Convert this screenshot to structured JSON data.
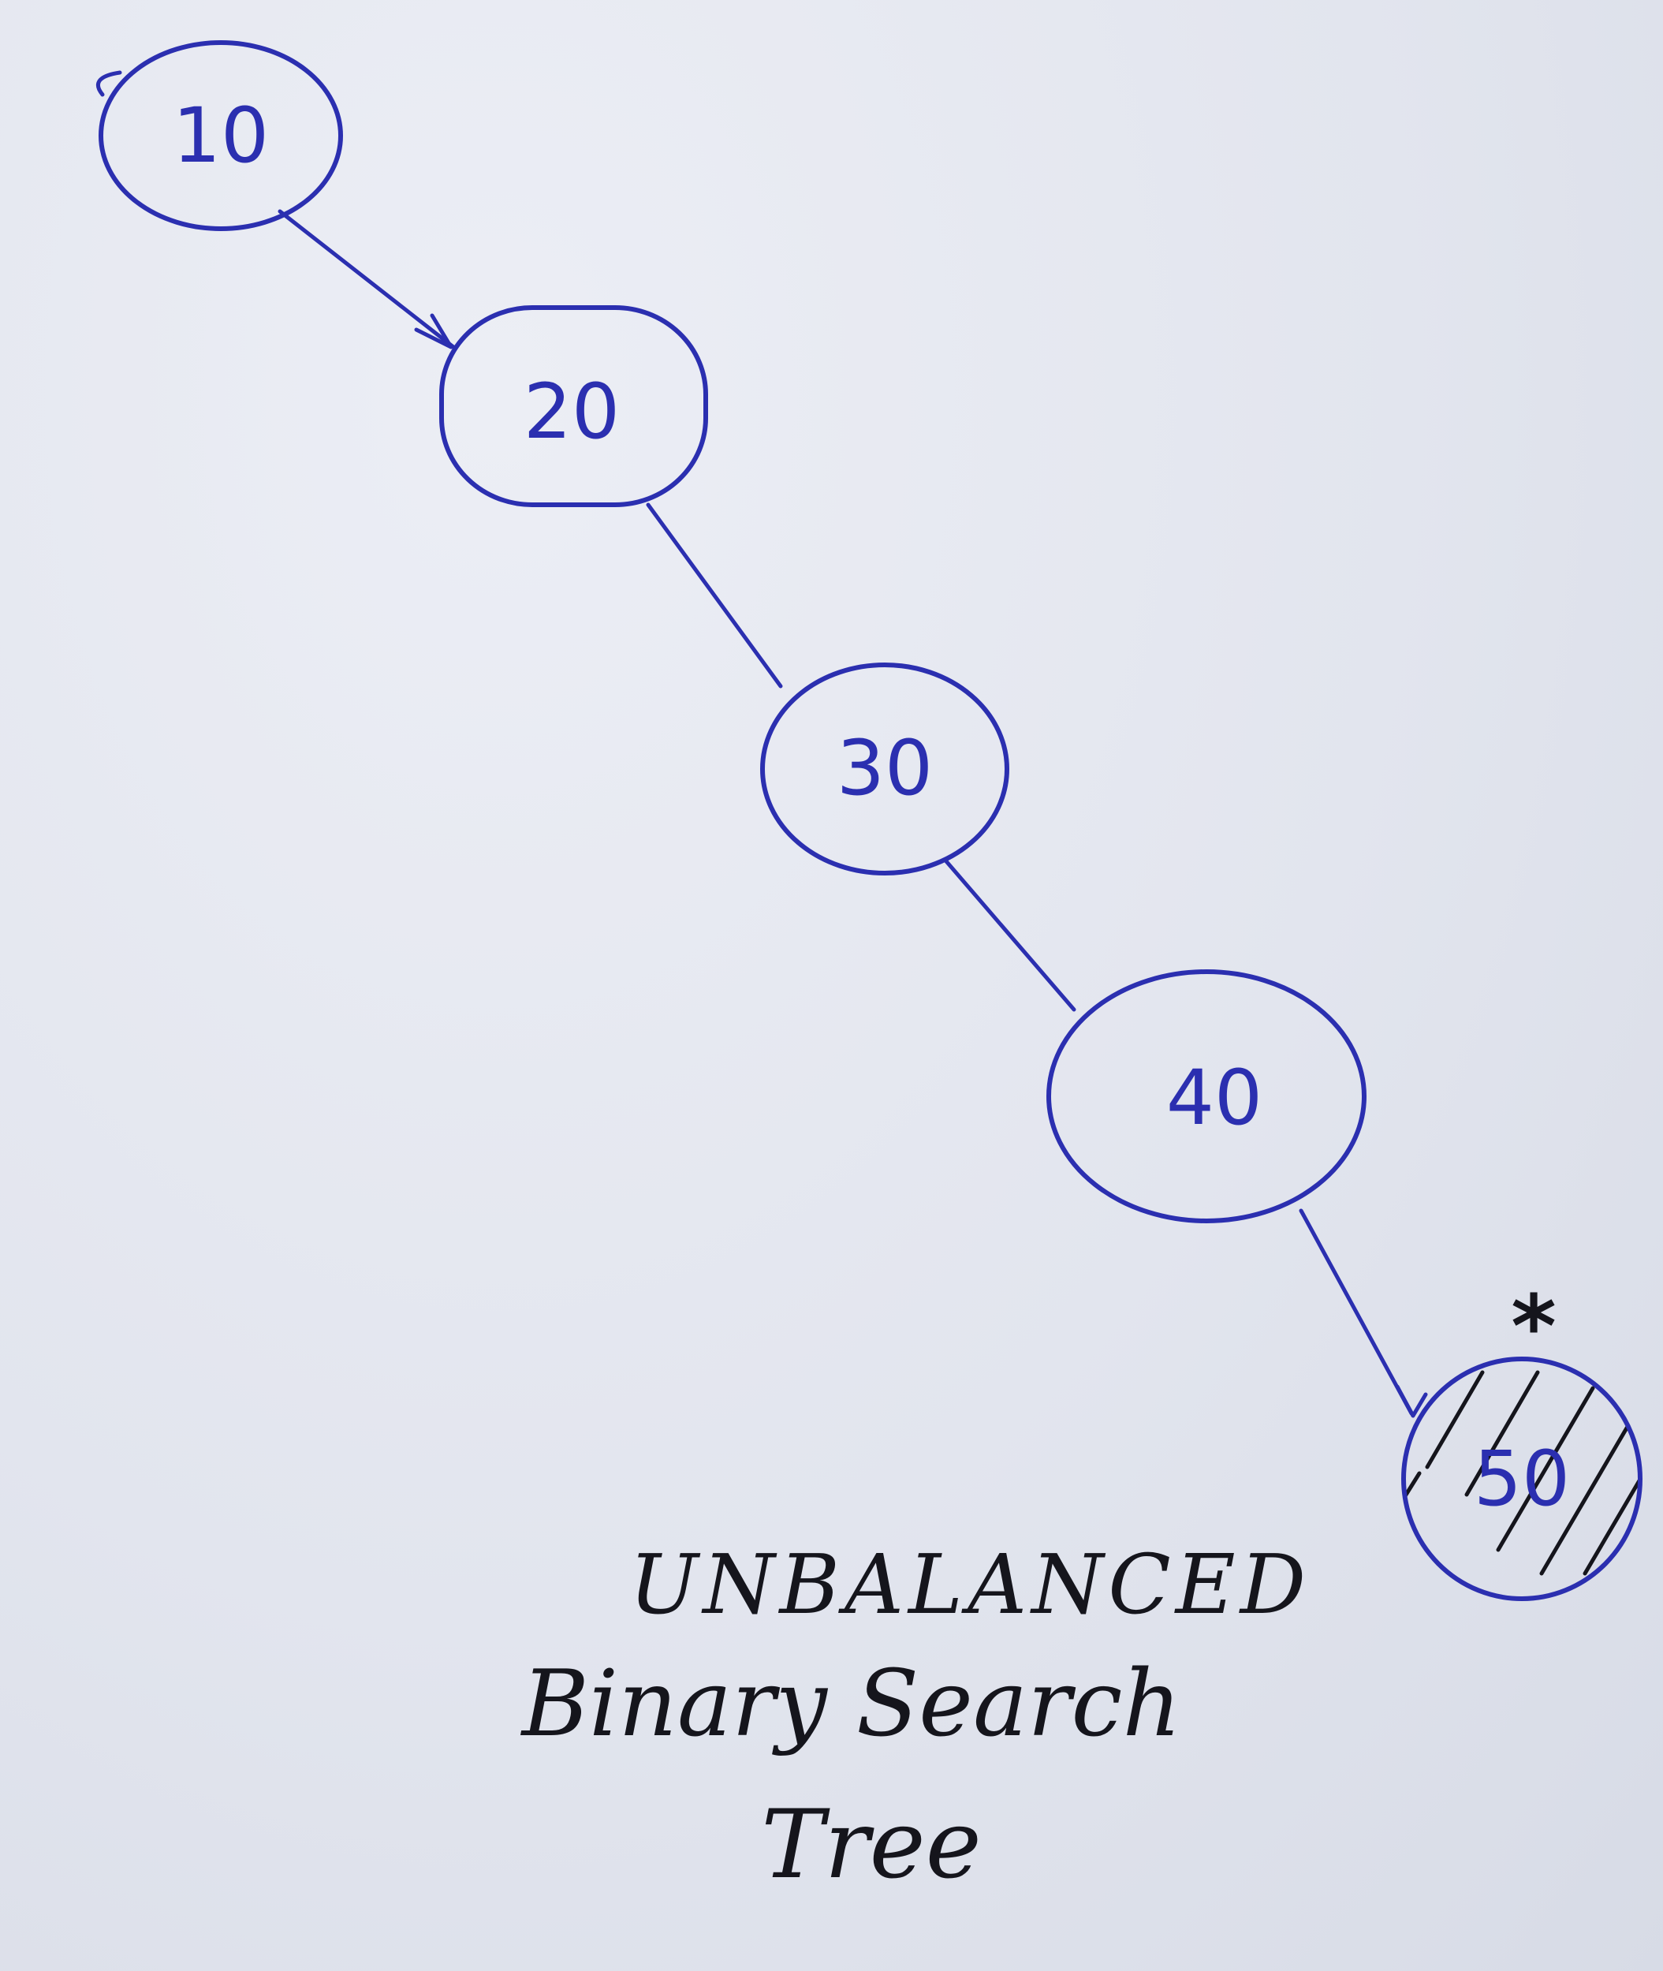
{
  "diagram": {
    "type": "binary-search-tree",
    "nodes": [
      {
        "id": "n10",
        "label": "10",
        "highlighted": false
      },
      {
        "id": "n20",
        "label": "20",
        "highlighted": false
      },
      {
        "id": "n30",
        "label": "30",
        "highlighted": false
      },
      {
        "id": "n40",
        "label": "40",
        "highlighted": false
      },
      {
        "id": "n50",
        "label": "50",
        "highlighted": true,
        "marker": "*"
      }
    ],
    "edges": [
      {
        "from": "n10",
        "to": "n20"
      },
      {
        "from": "n20",
        "to": "n30"
      },
      {
        "from": "n30",
        "to": "n40"
      },
      {
        "from": "n40",
        "to": "n50"
      }
    ]
  },
  "caption": {
    "line1": "UNBALANCED",
    "line2": "Binary Search",
    "line3": "Tree"
  },
  "colors": {
    "ink_blue": "#2b2fb0",
    "ink_black": "#15151c",
    "paper": "#e4e7ef"
  }
}
